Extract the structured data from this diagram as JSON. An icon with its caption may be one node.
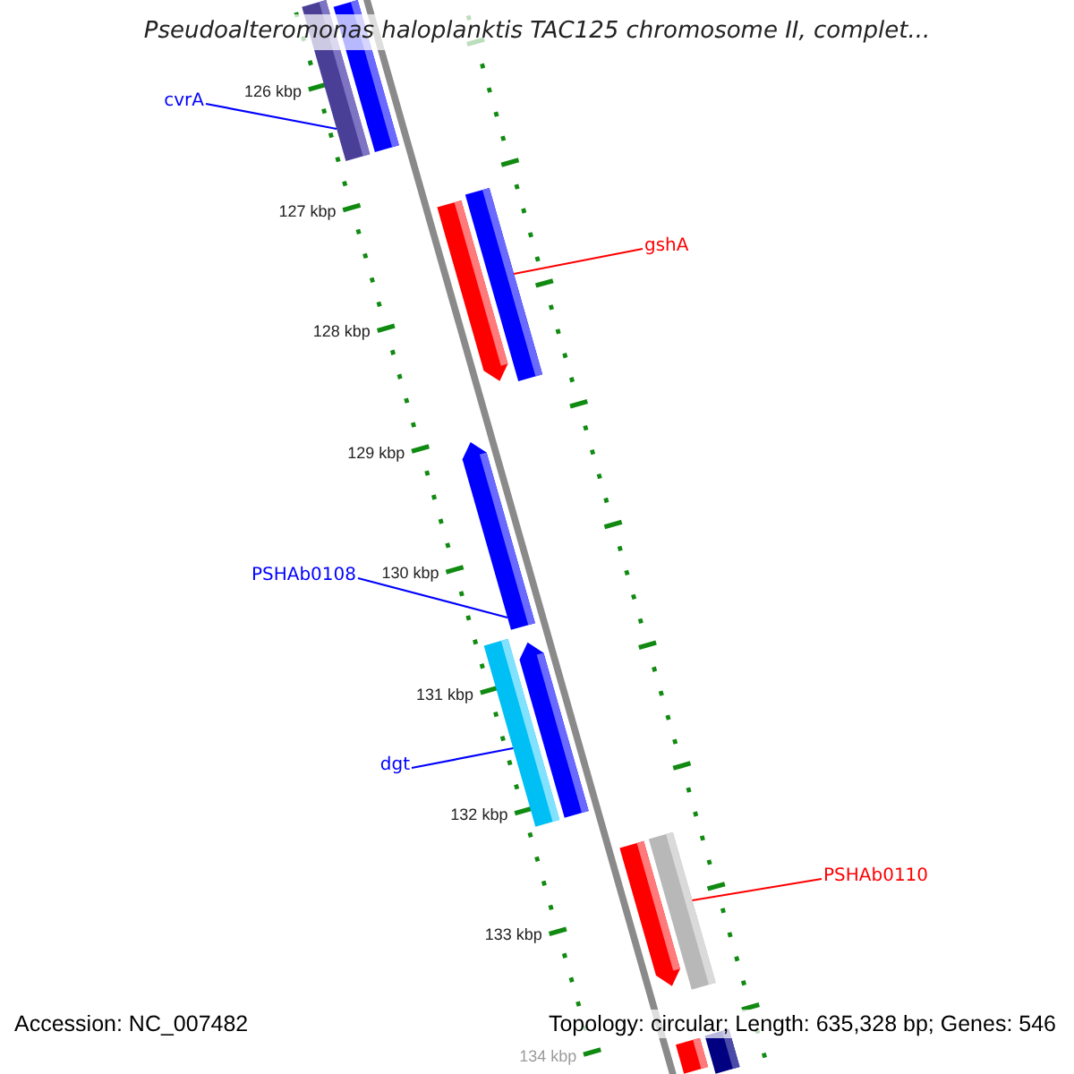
{
  "diagram": {
    "title": "Pseudoalteromonas haloplanktis TAC125 chromosome II, complet...",
    "nodes": [
      {
        "text": [
          "cvrA"
        ]
      },
      {
        "text": [],
        "shape": "bar"
      },
      {
        "text": [],
        "shape": "bar"
      },
      {
        "text": [],
        "shape": "bar"
      },
      {
        "text": [],
        "shape": "bar"
      },
      {
        "text": [
          "gshA"
        ]
      },
      {
        "text": [],
        "shape": "bar"
      },
      {
        "text": [
          "PSHAb0108"
        ]
      },
      {
        "text": [],
        "shape": "bar"
      },
      {
        "text": [],
        "shape": "bar"
      },
      {
        "text": [
          "dgt"
        ]
      },
      {
        "text": [],
        "shape": "bar"
      },
      {
        "text": [],
        "shape": "bar"
      },
      {
        "text": [
          "PSHAb0110"
        ]
      },
      {
        "text": [],
        "shape": "bar"
      },
      {
        "text": [],
        "shape": "bar"
      }
    ],
    "edges": [
      {
        "from": 0,
        "to": 1,
        "arrow": "none"
      },
      {
        "from": 5,
        "to": 4,
        "arrow": "none",
        "color": "#ff0000"
      },
      {
        "from": 7,
        "to": 6,
        "arrow": "none"
      },
      {
        "from": 10,
        "to": 8,
        "arrow": "none"
      },
      {
        "from": 13,
        "to": 12,
        "arrow": "none",
        "color": "#ff0000"
      }
    ],
    "labels": [
      "126 kbp",
      "127 kbp",
      "128 kbp",
      "129 kbp",
      "130 kbp",
      "131 kbp",
      "132 kbp",
      "133 kbp",
      "134 kbp",
      "Accession: NC_007482",
      "Topology: circular; Length: 635,328 bp; Genes: 546"
    ]
  }
}
